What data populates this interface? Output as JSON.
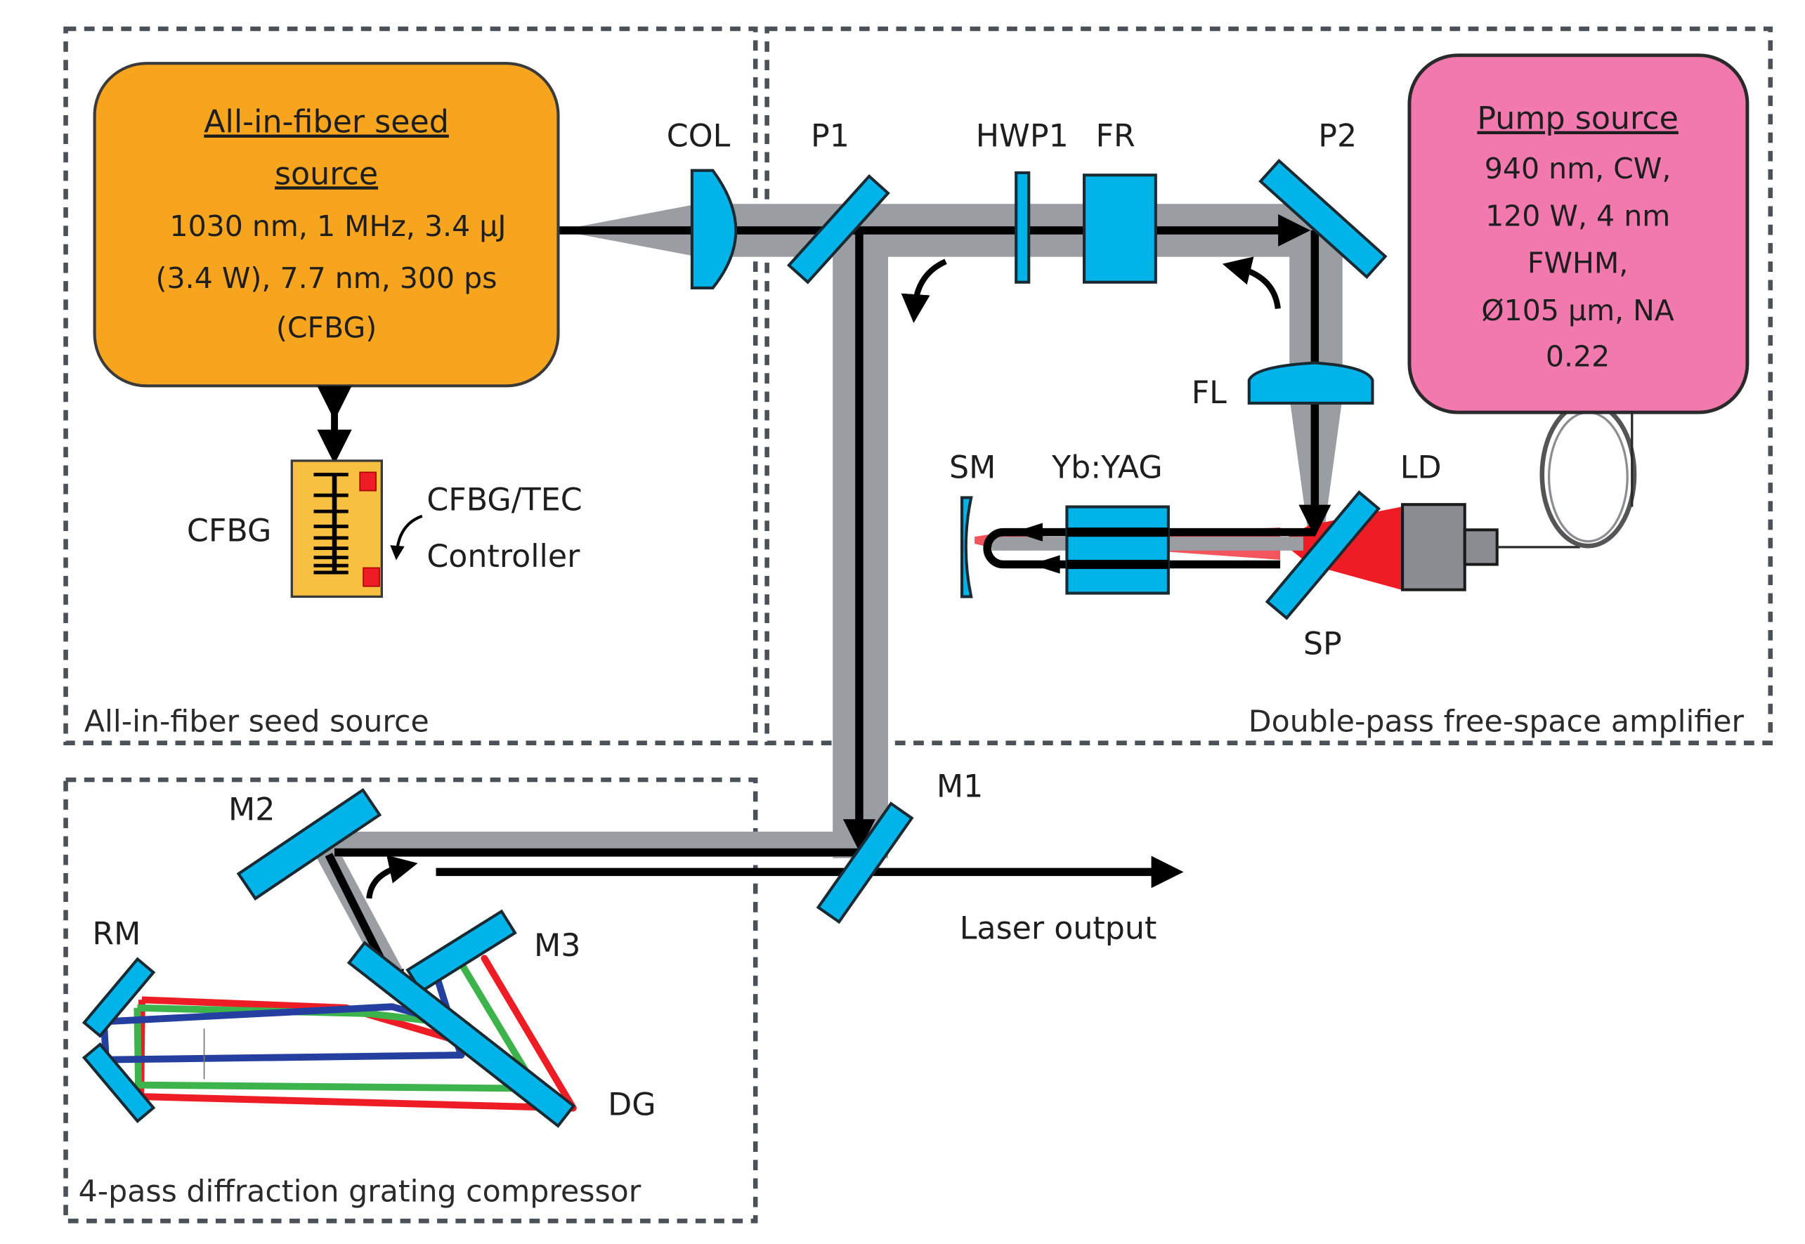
{
  "figure": {
    "type": "optical-setup-schematic",
    "sections": {
      "seed": "All-in-fiber seed source",
      "amplifier": "Double-pass free-space amplifier",
      "compressor": "4-pass diffraction grating compressor"
    },
    "seed_box": {
      "title_line1": "All-in-fiber seed",
      "title_line2": "source",
      "line1": "1030 nm, 1 MHz, 3.4 µJ",
      "line2": "(3.4 W), 7.7 nm, 300 ps",
      "line3": "(CFBG)",
      "color": "#f7a51e"
    },
    "pump_box": {
      "title": "Pump source",
      "line1": "940 nm, CW,",
      "line2": "120 W, 4 nm",
      "line3": "FWHM,",
      "line4": "Ø105 µm, NA",
      "line5": "0.22",
      "color": "#f279ad"
    },
    "components": {
      "col": "COL",
      "p1": "P1",
      "hwp1": "HWP1",
      "fr": "FR",
      "p2": "P2",
      "fl": "FL",
      "sm": "SM",
      "ybyag": "Yb:YAG",
      "ld": "LD",
      "sp": "SP",
      "m1": "M1",
      "m2": "M2",
      "m3": "M3",
      "rm": "RM",
      "dg": "DG",
      "cfbg": "CFBG",
      "cfbg_ctrl_line1": "CFBG/TEC",
      "cfbg_ctrl_line2": "Controller"
    },
    "output_label": "Laser output",
    "colors": {
      "optic": "#00b4ea",
      "beam": "#9a9ea3",
      "pump_light": "#ee1c24",
      "wavelength_red": "#ee1c24",
      "wavelength_green": "#3cb44b",
      "wavelength_blue": "#243fa0"
    }
  }
}
